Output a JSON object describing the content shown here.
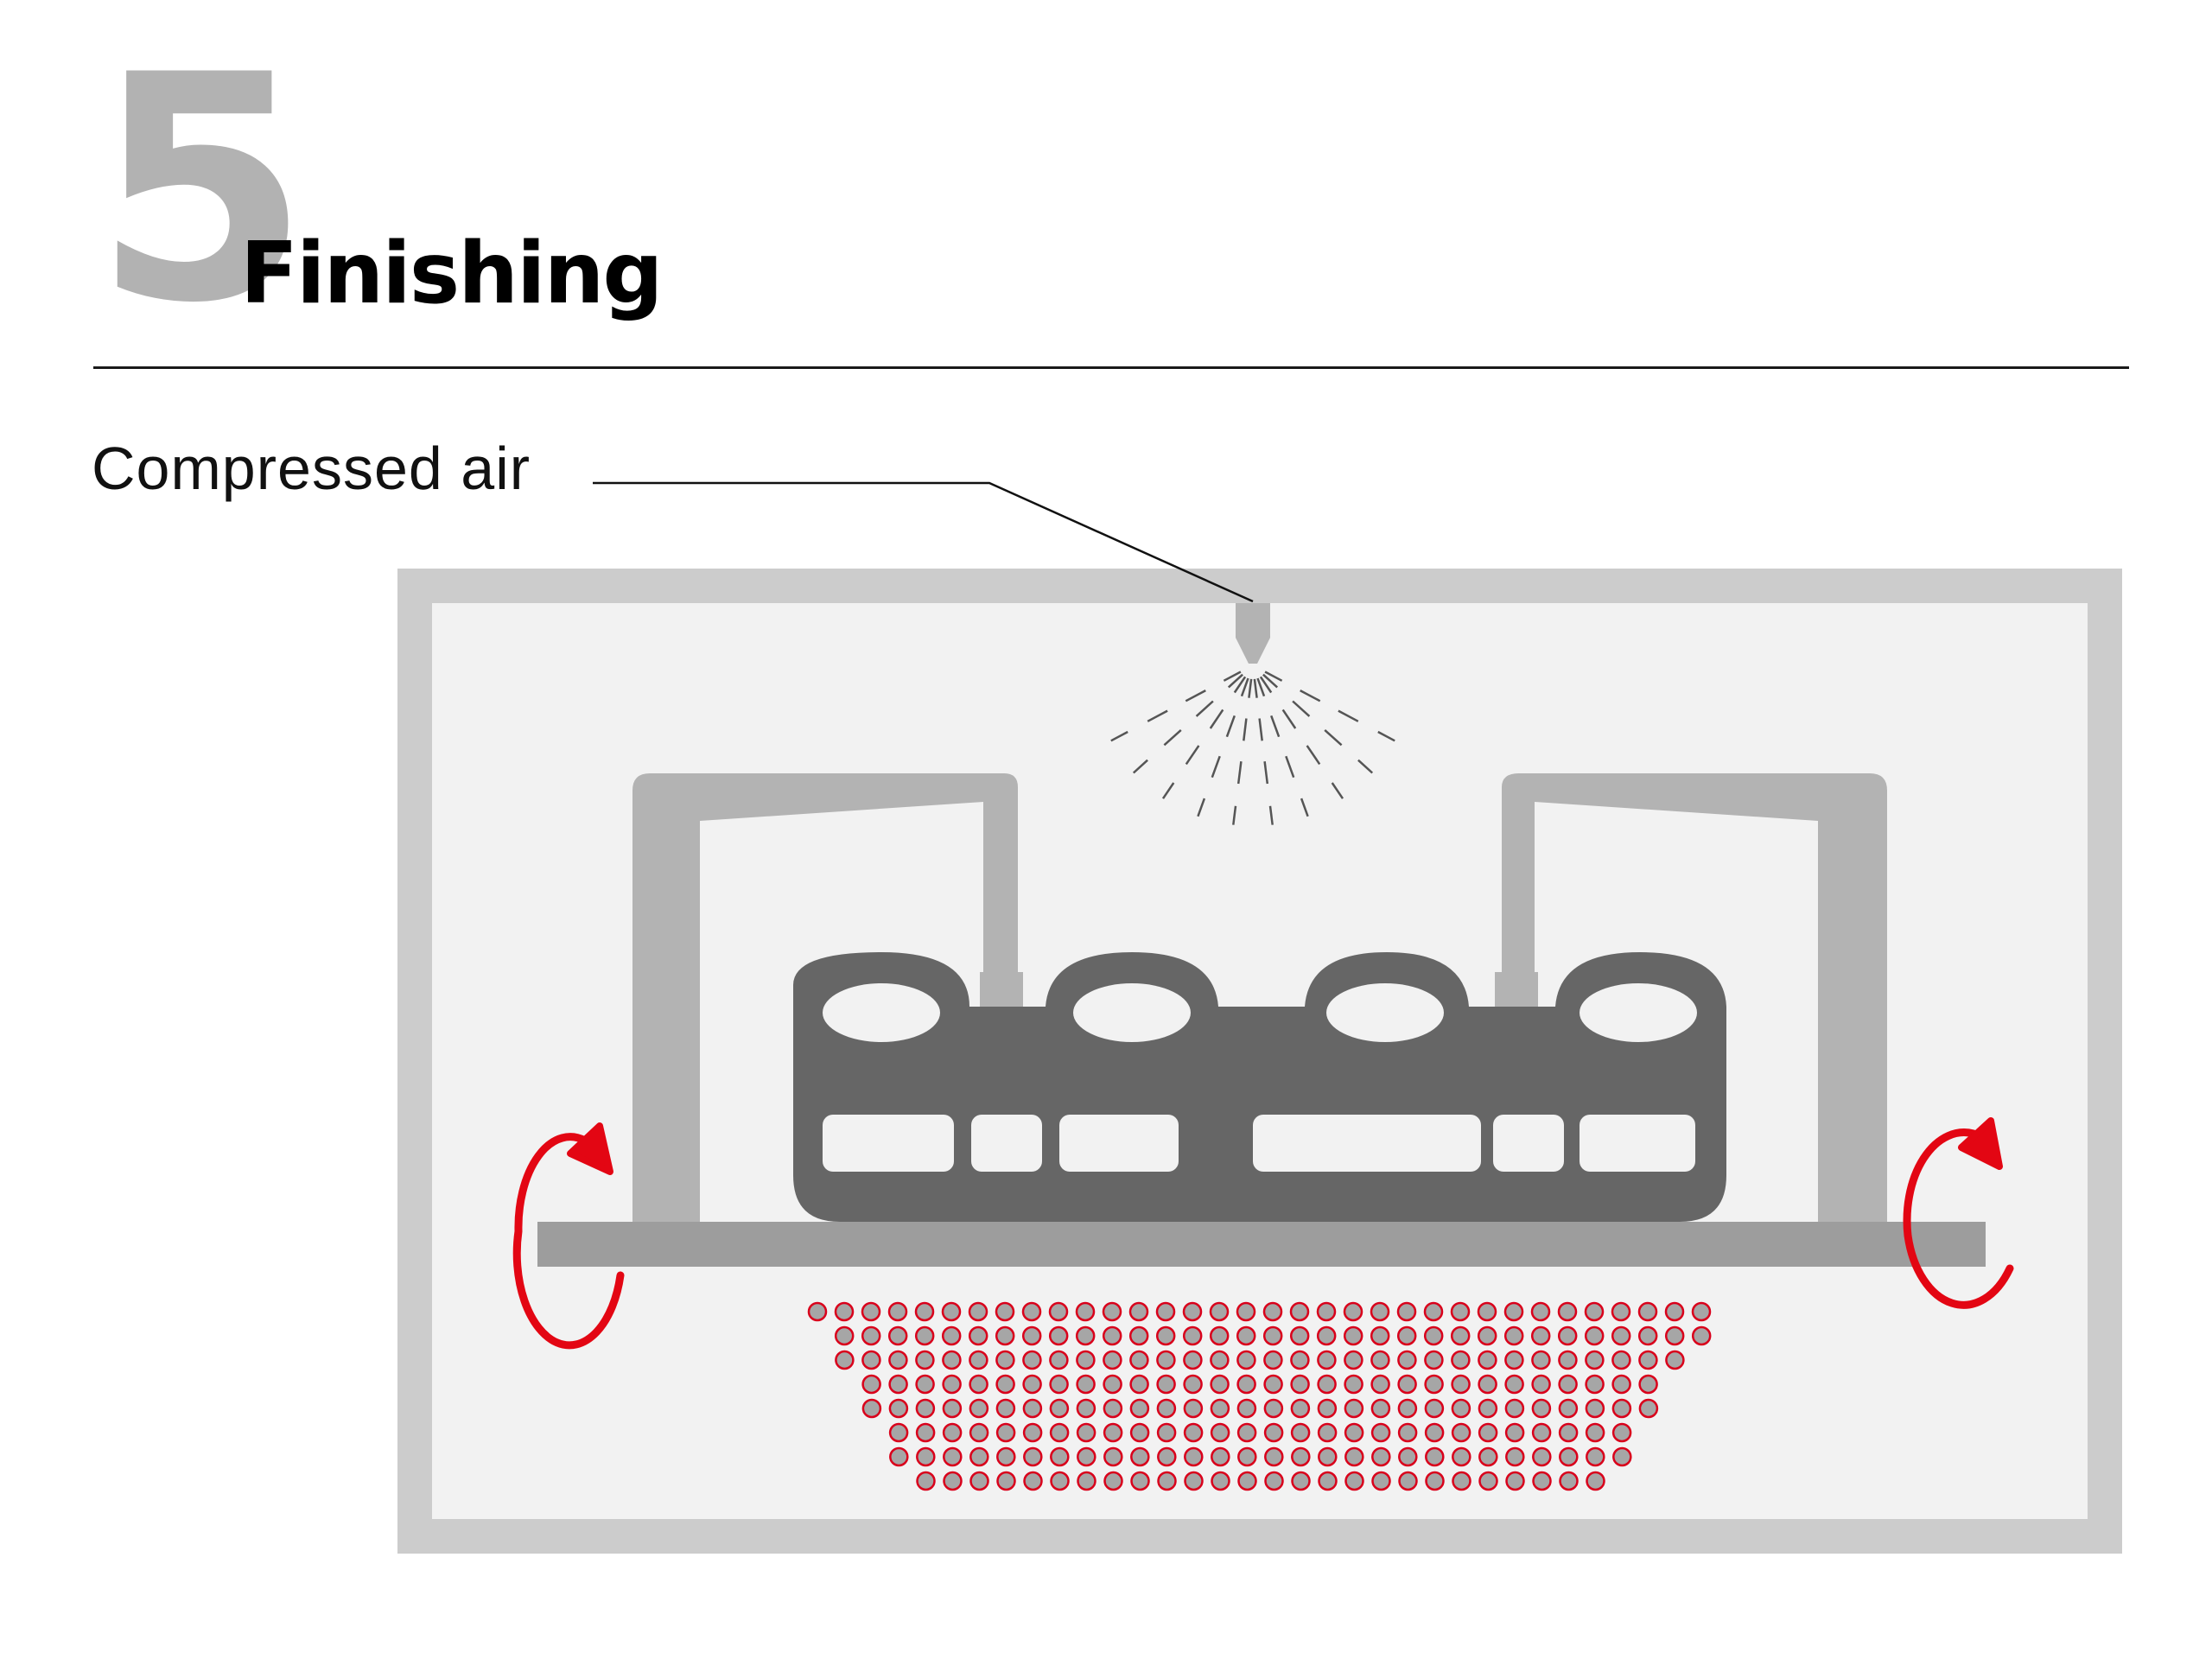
{
  "header": {
    "step_number": "5",
    "title": "Finishing"
  },
  "callout": {
    "label": "Compressed air"
  },
  "colors": {
    "chamber_outer": "#cccccc",
    "chamber_inner": "#f2f2f2",
    "fixture": "#b3b3b3",
    "part": "#666666",
    "platform": "#9d9d9d",
    "media_fill": "#a6a6a6",
    "media_outline": "#d9001b",
    "rotation_arrow": "#e30613",
    "nozzle": "#b3b3b3",
    "spray": "#555555",
    "text": "#111111"
  },
  "icons": {
    "rotation_left": "rotate-arrow-icon",
    "rotation_right": "rotate-arrow-icon",
    "nozzle": "air-nozzle-icon"
  }
}
